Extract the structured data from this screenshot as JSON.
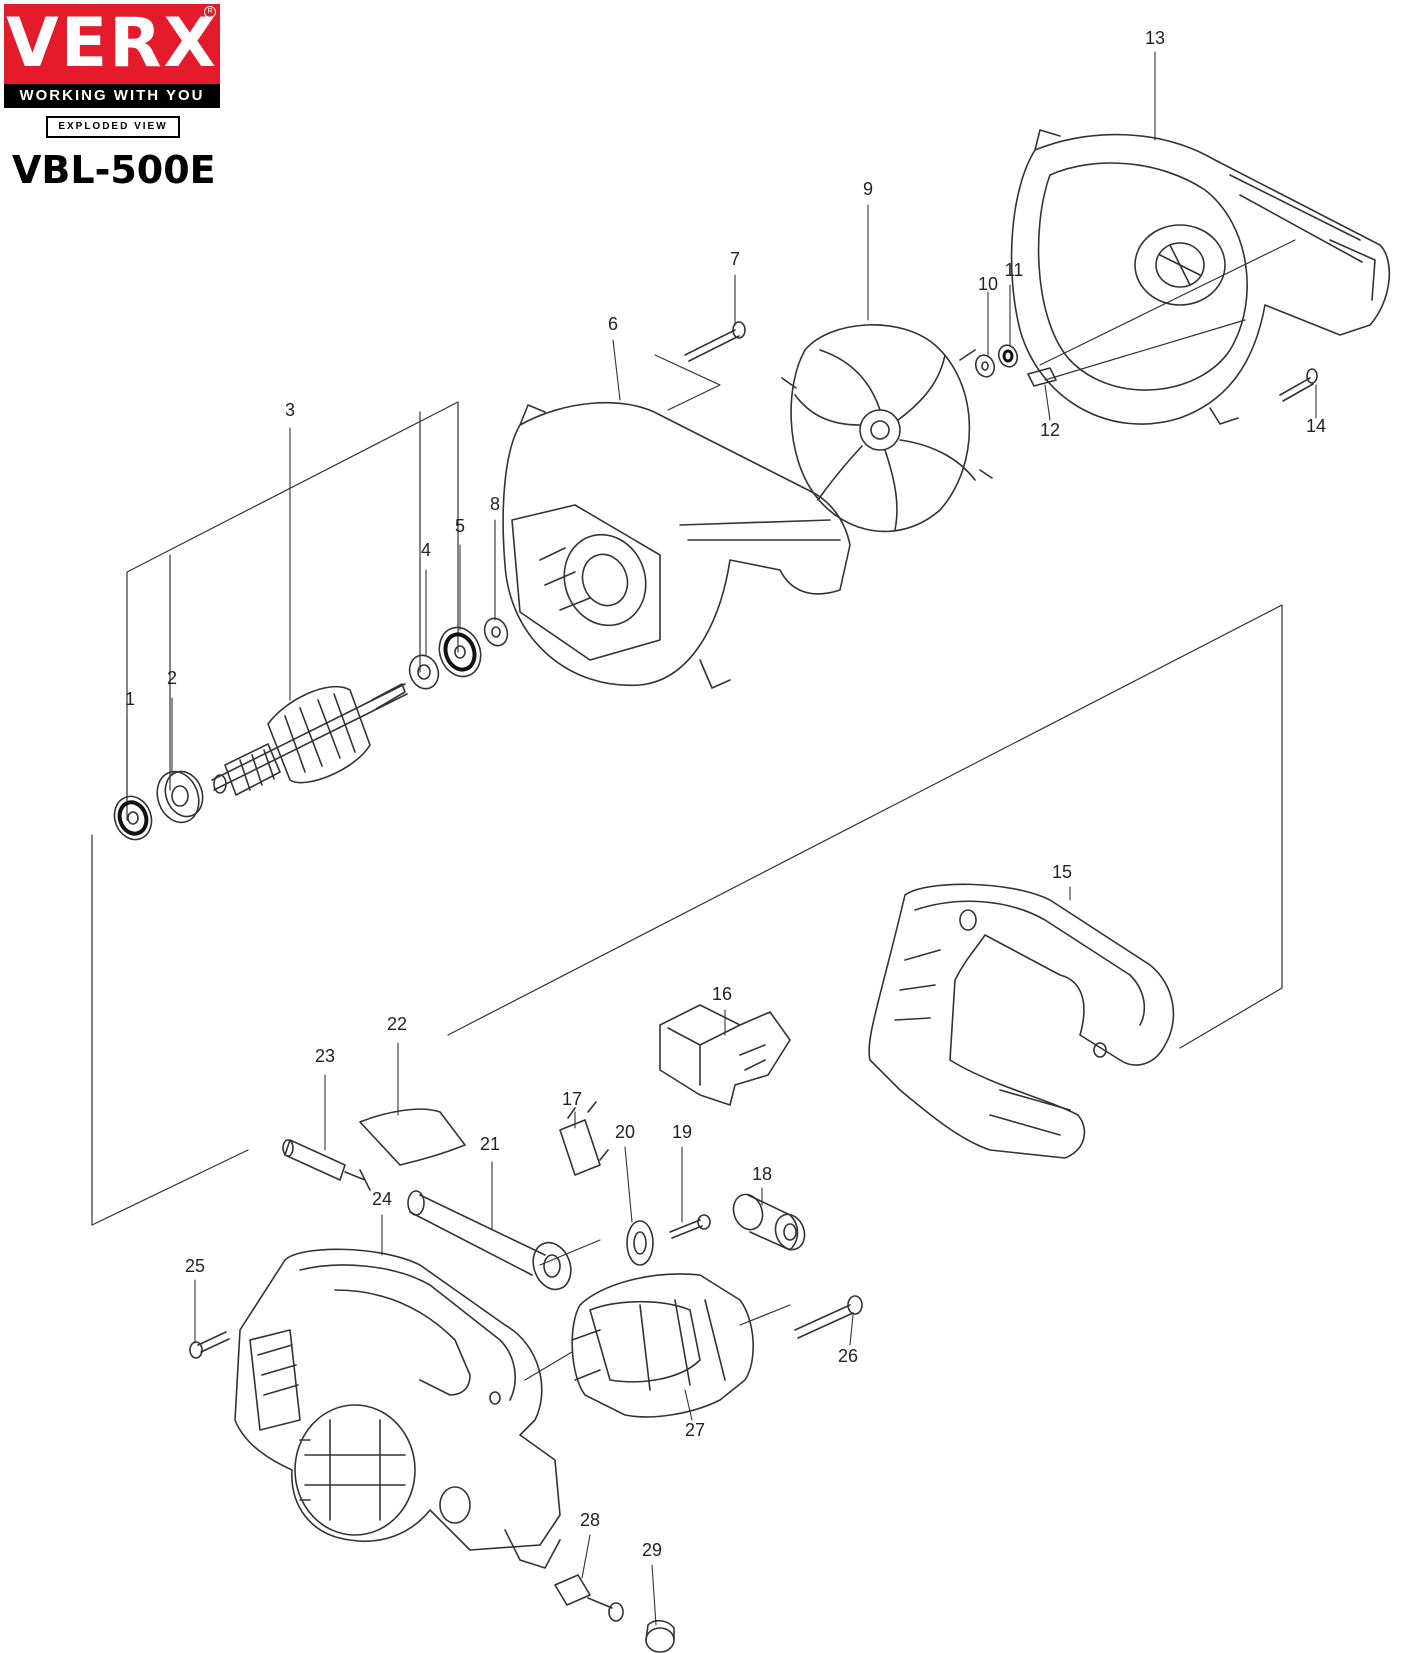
{
  "header": {
    "brand": "VERX",
    "registered_mark": "R",
    "tagline": "WORKING WITH YOU",
    "document_type": "EXPLODED VIEW",
    "model": "VBL-500E"
  },
  "colors": {
    "brand_red": "#e31b2b",
    "brand_black": "#000000",
    "line_art": "#333333"
  },
  "callouts": [
    "1",
    "2",
    "3",
    "4",
    "5",
    "6",
    "7",
    "8",
    "9",
    "10",
    "11",
    "12",
    "13",
    "14",
    "15",
    "16",
    "17",
    "18",
    "19",
    "20",
    "21",
    "22",
    "23",
    "24",
    "25",
    "26",
    "27",
    "28",
    "29"
  ]
}
